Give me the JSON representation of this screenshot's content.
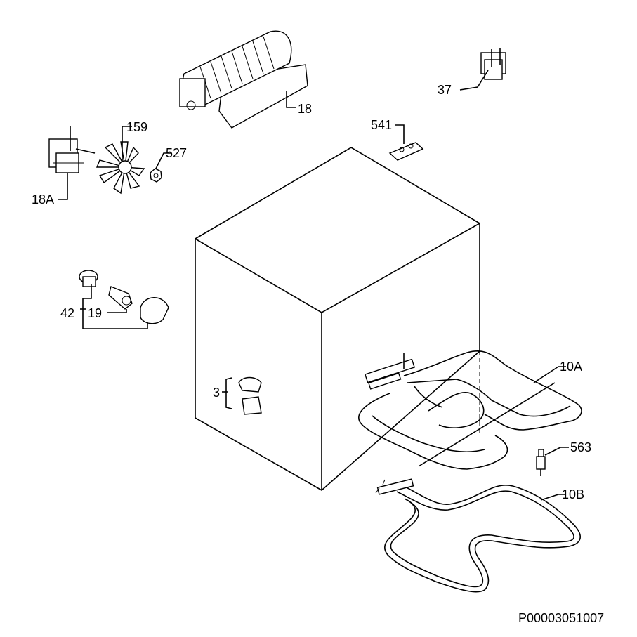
{
  "callouts": {
    "c18": "18",
    "c18a": "18A",
    "c159": "159",
    "c527": "527",
    "c37": "37",
    "c541": "541",
    "c42": "42",
    "c19": "19",
    "c3": "3",
    "c10a": "10A",
    "c563": "563",
    "c10b": "10B"
  },
  "drawing_code": "P00003051007"
}
